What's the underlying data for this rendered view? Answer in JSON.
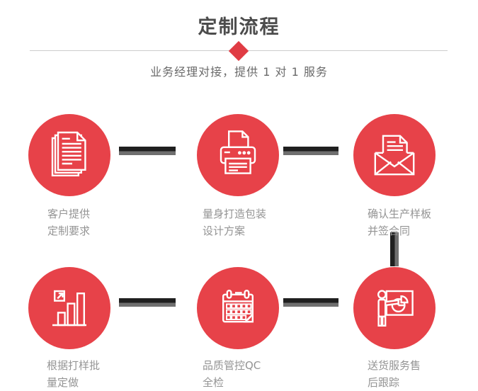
{
  "header": {
    "title": "定制流程",
    "subtitle": "业务经理对接，提供 1 对 1 服务"
  },
  "steps": [
    {
      "icon": "documents-icon",
      "label_line1": "客户提供",
      "label_line2": "定制要求"
    },
    {
      "icon": "printer-icon",
      "label_line1": "量身打造包装",
      "label_line2": "设计方案"
    },
    {
      "icon": "envelope-icon",
      "label_line1": "确认生产样板",
      "label_line2": "并签合同"
    },
    {
      "icon": "bar-chart-icon",
      "label_line1": "根据打样批",
      "label_line2": "量定做"
    },
    {
      "icon": "calendar-icon",
      "label_line1": "品质管控QC",
      "label_line2": "全检"
    },
    {
      "icon": "presentation-icon",
      "label_line1": "送货服务售",
      "label_line2": "后跟踪"
    }
  ],
  "colors": {
    "accent_red": "#e74249",
    "diamond_red": "#e03c44",
    "title_gray": "#4c4c4c",
    "subtitle_gray": "#696969",
    "label_gray": "#949494",
    "connector_dark": "#1f1f1f",
    "connector_gray": "#6f6f6f",
    "divider_gray": "#cccccc"
  }
}
